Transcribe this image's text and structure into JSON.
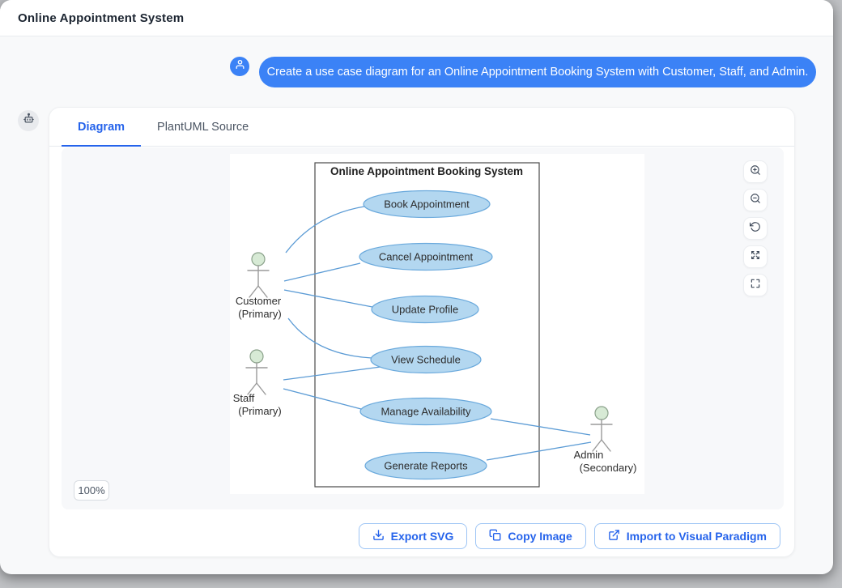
{
  "window": {
    "title": "Online Appointment System"
  },
  "chat": {
    "user_message": "Create a use case diagram for an Online Appointment Booking System with Customer, Staff, and Admin."
  },
  "tabs": [
    {
      "label": "Diagram",
      "active": true
    },
    {
      "label": "PlantUML Source",
      "active": false
    }
  ],
  "viewer": {
    "zoom_level": "100%",
    "controls": [
      "zoom-in",
      "zoom-out",
      "reset-view",
      "fit-view",
      "fullscreen"
    ]
  },
  "actions": [
    {
      "label": "Export SVG",
      "icon": "download-icon"
    },
    {
      "label": "Copy Image",
      "icon": "copy-icon"
    },
    {
      "label": "Import to Visual Paradigm",
      "icon": "external-link-icon"
    }
  ],
  "diagram": {
    "system_title": "Online Appointment Booking System",
    "use_cases": [
      "Book Appointment",
      "Cancel Appointment",
      "Update Profile",
      "View Schedule",
      "Manage Availability",
      "Generate Reports"
    ],
    "actors": [
      {
        "name": "Customer",
        "role": "(Primary)"
      },
      {
        "name": "Staff",
        "role": "(Primary)"
      },
      {
        "name": "Admin",
        "role": "(Secondary)"
      }
    ],
    "associations": [
      {
        "from": "Customer",
        "to": "Book Appointment"
      },
      {
        "from": "Customer",
        "to": "Cancel Appointment"
      },
      {
        "from": "Customer",
        "to": "Update Profile"
      },
      {
        "from": "Customer",
        "to": "View Schedule"
      },
      {
        "from": "Staff",
        "to": "View Schedule"
      },
      {
        "from": "Staff",
        "to": "Manage Availability"
      },
      {
        "from": "Manage Availability",
        "to": "Admin"
      },
      {
        "from": "Generate Reports",
        "to": "Admin"
      }
    ],
    "colors": {
      "usecase_fill": "#b3d7f0",
      "usecase_stroke": "#6aa9dc",
      "actor_head_fill": "#d7ead5",
      "actor_stroke": "#8aa18a",
      "edge": "#5b9bd5",
      "boundary_stroke": "#4a4a4a"
    }
  },
  "theme": {
    "accent": "#2563eb",
    "bubble": "#3b82f6",
    "header_bg": "#ffffff",
    "page_bg": "#f8f9fa"
  }
}
